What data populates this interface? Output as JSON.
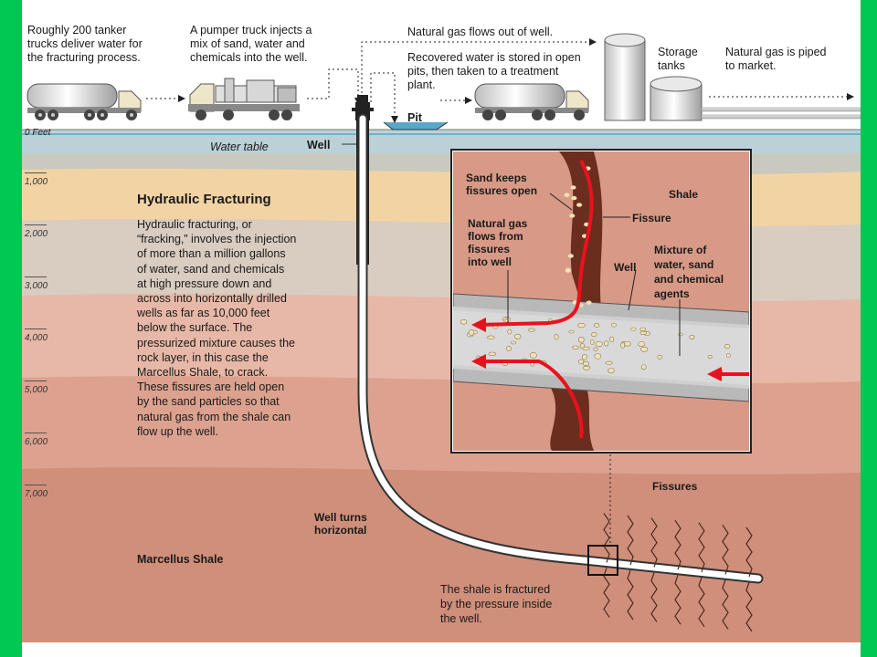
{
  "colors": {
    "border": "#00c853",
    "sky": "#ffffff",
    "surface": "#bcd0d8",
    "band_tan": "#f2d3a4",
    "band_grey": "#d9ccc0",
    "band_pink": "#e7b8a7",
    "band_rose": "#dca28f",
    "shale": "#cf8f7a",
    "fissure_brown": "#6b2e1e",
    "gas_red": "#e8121e"
  },
  "surface": {
    "trucks_note": [
      "Roughly 200 tanker",
      "trucks deliver water for",
      "the fracturing process."
    ],
    "pumper_note": [
      "A pumper truck injects a",
      "mix of sand, water and",
      "chemicals into the well."
    ],
    "gas_out_note": "Natural gas flows out of well.",
    "recovered_note": [
      "Recovered water is stored in open",
      "pits, then taken to a treatment",
      "plant."
    ],
    "pit_label": "Pit",
    "storage_label": [
      "Storage",
      "tanks"
    ],
    "piped_note": [
      "Natural gas is piped",
      "to market."
    ],
    "zero_feet": "0 Feet",
    "water_table": "Water table",
    "well_label": "Well"
  },
  "depths": [
    "1,000",
    "2,000",
    "3,000",
    "4,000",
    "5,000",
    "6,000",
    "7,000"
  ],
  "explainer": {
    "title": "Hydraulic Fracturing",
    "lines": [
      "Hydraulic fracturing, or",
      "“fracking,” involves the injection",
      "of more than a million gallons",
      "of water, sand and chemicals",
      "at high pressure down and",
      "across into horizontally drilled",
      "wells as far as 10,000 feet",
      "below the surface. The",
      "pressurized mixture causes the",
      "rock layer, in this case the",
      "Marcellus Shale, to crack.",
      "These fissures are held open",
      "by the sand particles so that",
      "natural gas from the shale can",
      "flow up the well."
    ]
  },
  "inset": {
    "sand_keeps": [
      "Sand keeps",
      "fissures open"
    ],
    "shale": "Shale",
    "fissure": "Fissure",
    "gas_flows": [
      "Natural gas",
      "flows from",
      "fissures",
      "into well"
    ],
    "well": "Well",
    "mixture": [
      "Mixture of",
      "water, sand",
      "and chemical",
      "agents"
    ]
  },
  "bottom": {
    "well_turns": [
      "Well turns",
      "horizontal"
    ],
    "marcellus": "Marcellus Shale",
    "fissures": "Fissures",
    "fractured_note": [
      "The shale is fractured",
      "by the pressure inside",
      "the well."
    ]
  }
}
